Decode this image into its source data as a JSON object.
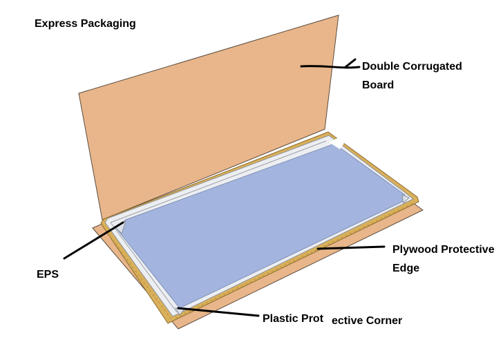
{
  "title": "Express Packaging",
  "labels": {
    "double_corrugated_board": {
      "line1": "Double Corrugated",
      "line2": "Board"
    },
    "eps": "EPS",
    "plywood_edge": {
      "line1": "Plywood Protective",
      "line2": "Edge"
    },
    "plastic_corner": {
      "part1": "Plastic Prot",
      "part2": "ective Corner"
    }
  },
  "colors": {
    "cardboard": "#E8B68A",
    "cardboard_outline": "#5A4A3E",
    "panel": "#A3B5DE",
    "eps_frame": "#ECEEF1",
    "plywood": "#D9B05A",
    "leader_line": "#000000"
  }
}
